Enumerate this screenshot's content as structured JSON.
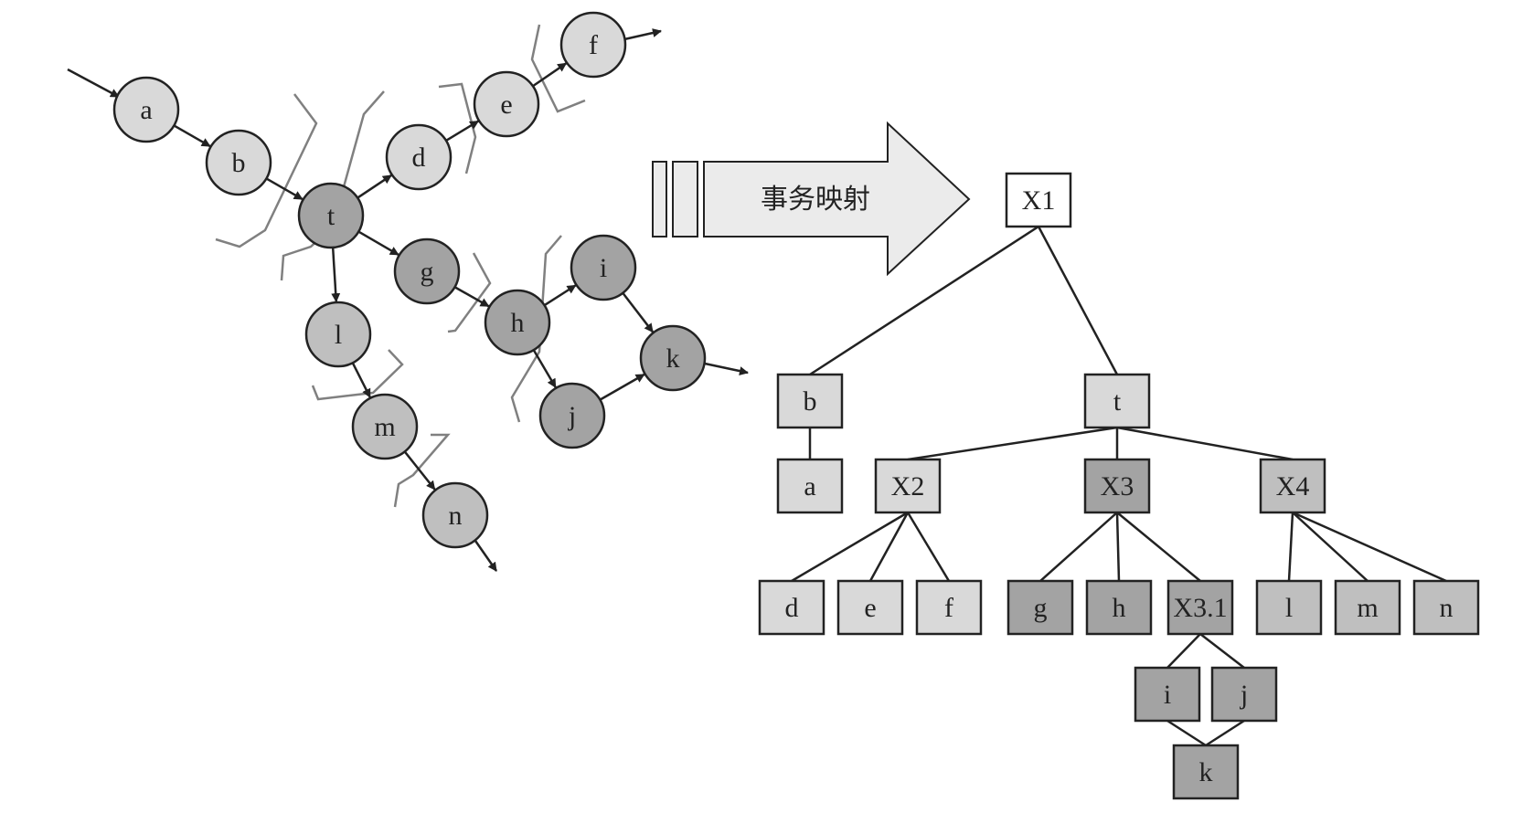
{
  "colors": {
    "light": "#d9d9d9",
    "mid": "#bfbfbf",
    "dark": "#a3a3a3",
    "white": "#ffffff",
    "stroke": "#222222",
    "bracket": "#808080"
  },
  "flow_graph": {
    "nodes": [
      {
        "id": "a",
        "label": "a",
        "shade": "light"
      },
      {
        "id": "b",
        "label": "b",
        "shade": "light"
      },
      {
        "id": "t",
        "label": "t",
        "shade": "dark"
      },
      {
        "id": "d",
        "label": "d",
        "shade": "light"
      },
      {
        "id": "e",
        "label": "e",
        "shade": "light"
      },
      {
        "id": "f",
        "label": "f",
        "shade": "light"
      },
      {
        "id": "g",
        "label": "g",
        "shade": "dark"
      },
      {
        "id": "h",
        "label": "h",
        "shade": "dark"
      },
      {
        "id": "i",
        "label": "i",
        "shade": "dark"
      },
      {
        "id": "j",
        "label": "j",
        "shade": "dark"
      },
      {
        "id": "k",
        "label": "k",
        "shade": "dark"
      },
      {
        "id": "l",
        "label": "l",
        "shade": "mid"
      },
      {
        "id": "m",
        "label": "m",
        "shade": "mid"
      },
      {
        "id": "n",
        "label": "n",
        "shade": "mid"
      }
    ],
    "edges": [
      [
        "a",
        "b"
      ],
      [
        "b",
        "t"
      ],
      [
        "t",
        "d"
      ],
      [
        "d",
        "e"
      ],
      [
        "e",
        "f"
      ],
      [
        "t",
        "g"
      ],
      [
        "g",
        "h"
      ],
      [
        "h",
        "i"
      ],
      [
        "h",
        "j"
      ],
      [
        "i",
        "k"
      ],
      [
        "j",
        "k"
      ],
      [
        "t",
        "l"
      ],
      [
        "l",
        "m"
      ],
      [
        "m",
        "n"
      ]
    ]
  },
  "arrow": {
    "label": "事务映射"
  },
  "tree": {
    "nodes": [
      {
        "id": "X1",
        "label": "X1",
        "shade": "white"
      },
      {
        "id": "b",
        "label": "b",
        "shade": "light"
      },
      {
        "id": "t",
        "label": "t",
        "shade": "light"
      },
      {
        "id": "a",
        "label": "a",
        "shade": "light"
      },
      {
        "id": "X2",
        "label": "X2",
        "shade": "light"
      },
      {
        "id": "X3",
        "label": "X3",
        "shade": "dark"
      },
      {
        "id": "X4",
        "label": "X4",
        "shade": "mid"
      },
      {
        "id": "d",
        "label": "d",
        "shade": "light"
      },
      {
        "id": "e",
        "label": "e",
        "shade": "light"
      },
      {
        "id": "f",
        "label": "f",
        "shade": "light"
      },
      {
        "id": "g",
        "label": "g",
        "shade": "dark"
      },
      {
        "id": "h",
        "label": "h",
        "shade": "dark"
      },
      {
        "id": "X3.1",
        "label": "X3.1",
        "shade": "dark"
      },
      {
        "id": "l",
        "label": "l",
        "shade": "mid"
      },
      {
        "id": "m",
        "label": "m",
        "shade": "mid"
      },
      {
        "id": "n",
        "label": "n",
        "shade": "mid"
      },
      {
        "id": "i",
        "label": "i",
        "shade": "dark"
      },
      {
        "id": "j",
        "label": "j",
        "shade": "dark"
      },
      {
        "id": "k",
        "label": "k",
        "shade": "dark"
      }
    ],
    "edges": [
      [
        "X1",
        "b"
      ],
      [
        "X1",
        "t"
      ],
      [
        "b",
        "a"
      ],
      [
        "t",
        "X2"
      ],
      [
        "t",
        "X3"
      ],
      [
        "t",
        "X4"
      ],
      [
        "X2",
        "d"
      ],
      [
        "X2",
        "e"
      ],
      [
        "X2",
        "f"
      ],
      [
        "X3",
        "g"
      ],
      [
        "X3",
        "h"
      ],
      [
        "X3",
        "X3.1"
      ],
      [
        "X4",
        "l"
      ],
      [
        "X4",
        "m"
      ],
      [
        "X4",
        "n"
      ],
      [
        "X3.1",
        "i"
      ],
      [
        "X3.1",
        "j"
      ],
      [
        "i",
        "k"
      ],
      [
        "j",
        "k"
      ]
    ]
  }
}
